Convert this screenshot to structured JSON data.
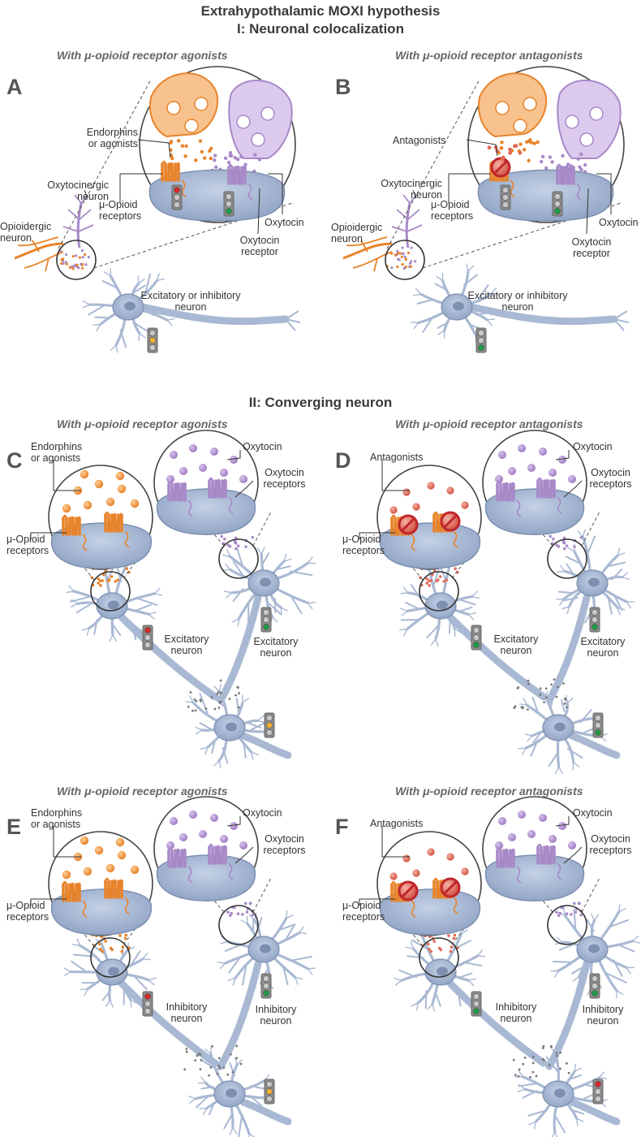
{
  "title": {
    "line1": "Extrahypothalamic MOXI hypothesis",
    "line2": "I: Neuronal colocalization",
    "section2": "II: Converging neuron"
  },
  "panels": {
    "A": {
      "letter": "A",
      "subtitle": "With μ-opioid receptor agonists",
      "ligand": "Endorphins\nor agonists",
      "oxy_neuron": "Oxytocinergic\nneuron",
      "opioid_neuron": "Opioidergic\nneuron",
      "mu_receptors": "μ-Opioid\nreceptors",
      "oxytocin": "Oxytocin",
      "oxy_receptor": "Oxytocin\nreceptor",
      "target": "Excitatory or inhibitory\nneuron"
    },
    "B": {
      "letter": "B",
      "subtitle": "With μ-opioid receptor antagonists",
      "ligand": "Antagonists",
      "oxy_neuron": "Oxytocinergic\nneuron",
      "opioid_neuron": "Opioidergic\nneuron",
      "mu_receptors": "μ-Opioid\nreceptors",
      "oxytocin": "Oxytocin",
      "oxy_receptor": "Oxytocin\nreceptor",
      "target": "Excitatory or inhibitory\nneuron"
    },
    "C": {
      "letter": "C",
      "subtitle": "With μ-opioid receptor agonists",
      "ligand": "Endorphins\nor agonists",
      "mu_receptors": "μ-Opioid\nreceptors",
      "oxytocin": "Oxytocin",
      "oxy_receptors": "Oxytocin\nreceptors",
      "neuron1": "Excitatory\nneuron",
      "neuron2": "Excitatory\nneuron"
    },
    "D": {
      "letter": "D",
      "subtitle": "With μ-opioid receptor antagonists",
      "ligand": "Antagonists",
      "mu_receptors": "μ-Opioid\nreceptors",
      "oxytocin": "Oxytocin",
      "oxy_receptors": "Oxytocin\nreceptors",
      "neuron1": "Excitatory\nneuron",
      "neuron2": "Excitatory\nneuron"
    },
    "E": {
      "letter": "E",
      "subtitle": "With μ-opioid receptor agonists",
      "ligand": "Endorphins\nor agonists",
      "mu_receptors": "μ-Opioid\nreceptors",
      "oxytocin": "Oxytocin",
      "oxy_receptors": "Oxytocin\nreceptors",
      "neuron1": "Inhibitory\nneuron",
      "neuron2": "Inhibitory\nneuron"
    },
    "F": {
      "letter": "F",
      "subtitle": "With μ-opioid receptor antagonists",
      "ligand": "Antagonists",
      "mu_receptors": "μ-Opioid\nreceptors",
      "oxytocin": "Oxytocin",
      "oxy_receptors": "Oxytocin\nreceptors",
      "neuron1": "Inhibitory\nneuron",
      "neuron2": "Inhibitory\nneuron"
    }
  },
  "signals": {
    "A": {
      "mu": "red",
      "oxt": "green",
      "target": "yellow"
    },
    "B": {
      "mu": "off",
      "oxt": "green",
      "target": "green"
    },
    "C": {
      "mu": "red",
      "oxt": "green",
      "down": "yellow"
    },
    "D": {
      "mu": "green",
      "oxt": "green",
      "down": "green"
    },
    "E": {
      "mu": "red",
      "oxt": "green",
      "down": "yellow"
    },
    "F": {
      "mu": "green",
      "oxt": "green",
      "down": "red"
    }
  },
  "colors": {
    "neuron": "#a9b9d3",
    "neuron_dark": "#7d90b0",
    "orange": "#e8832a",
    "purple": "#a889c8",
    "red_ligand": "#e06b5a",
    "block": "#c0262c",
    "light_red": "#d42a2a",
    "light_yellow": "#f2b230",
    "light_green": "#1f9a45"
  }
}
